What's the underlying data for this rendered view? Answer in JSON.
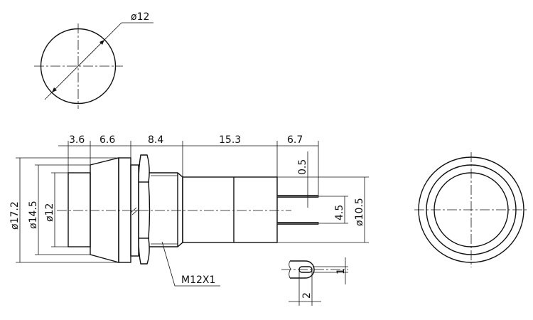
{
  "title": "Push button switch dimension drawing",
  "top_view": {
    "diameter_label": "ø12"
  },
  "side_view": {
    "length_dims": [
      "3.6",
      "6.6",
      "8.4",
      "15.3",
      "6.7"
    ],
    "diameter_dims": [
      "ø17.2",
      "ø14.5",
      "ø12"
    ],
    "pin_thickness": "0.5",
    "pin_spacing": "4.5",
    "body_diameter": "ø10.5",
    "thread_label": "M12X1"
  },
  "pin_detail": {
    "hole_height": "1",
    "hole_width": "2"
  },
  "colors": {
    "line": "#111111",
    "background": "#ffffff"
  }
}
